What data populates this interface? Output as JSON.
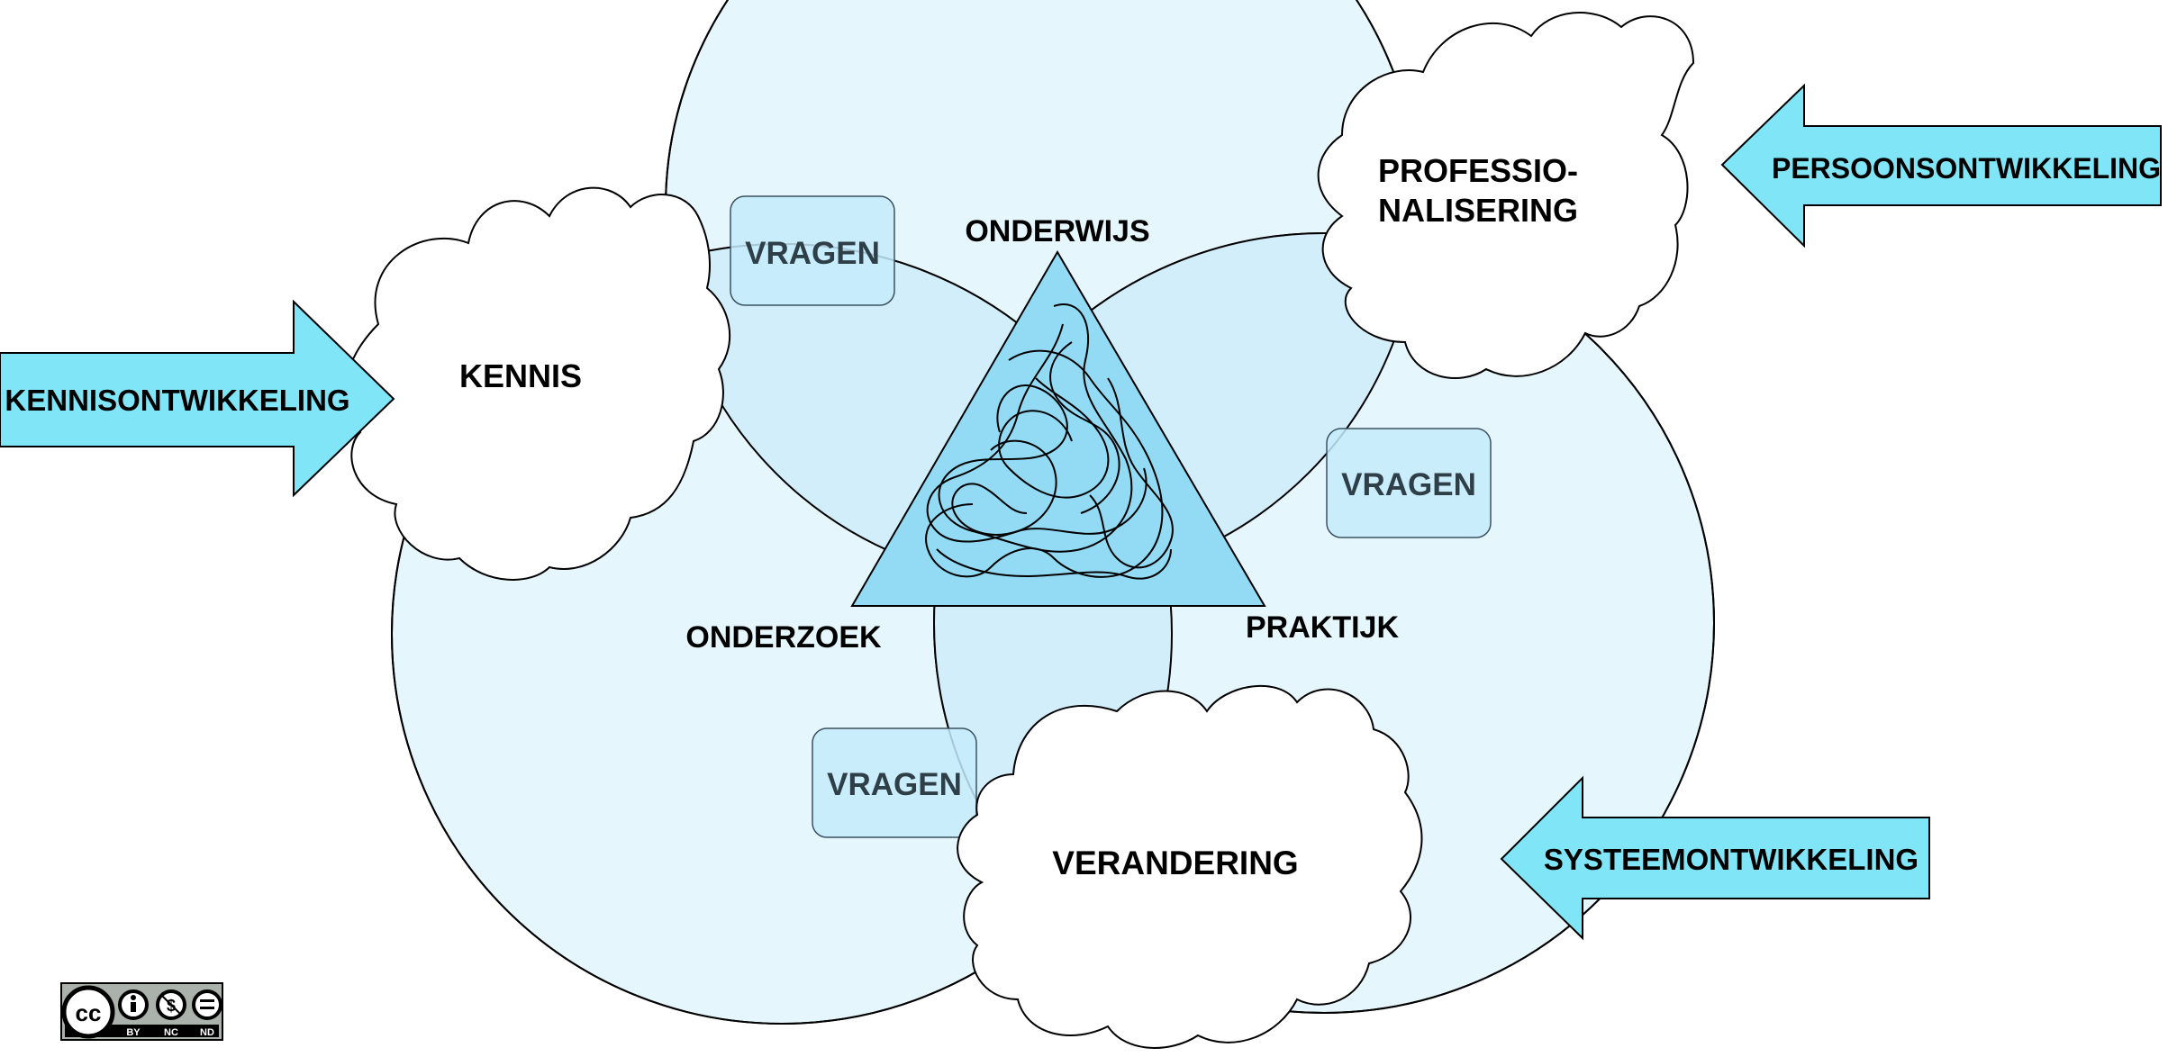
{
  "diagram": {
    "center_labels": {
      "top": "ONDERWIJS",
      "left": "ONDERZOEK",
      "right": "PRAKTIJK"
    },
    "question_boxes": [
      {
        "label": "VRAGEN"
      },
      {
        "label": "VRAGEN"
      },
      {
        "label": "VRAGEN"
      }
    ],
    "clouds": {
      "knowledge": {
        "label": "KENNIS"
      },
      "professional": {
        "line1": "PROFESSIO-",
        "line2": "NALISERING"
      },
      "change": {
        "label": "VERANDERING"
      }
    },
    "arrows": {
      "left": {
        "label": "KENNISONTWIKKELING"
      },
      "top_right": {
        "label": "PERSOONSONTWIKKELING"
      },
      "bottom_right": {
        "label": "SYSTEEMONTWIKKELING"
      }
    },
    "license_badge": {
      "icon": "cc-by-nc-nd-icon",
      "tags": [
        "BY",
        "NC",
        "ND"
      ]
    },
    "colors": {
      "big_circle": "#e6f6fd",
      "overlap": "#d3eefb",
      "triangle": "#93daf5",
      "box": "#c4ebfb",
      "arrow": "#80e6f7",
      "cloud": "#ffffff",
      "stroke": "#000000"
    }
  }
}
